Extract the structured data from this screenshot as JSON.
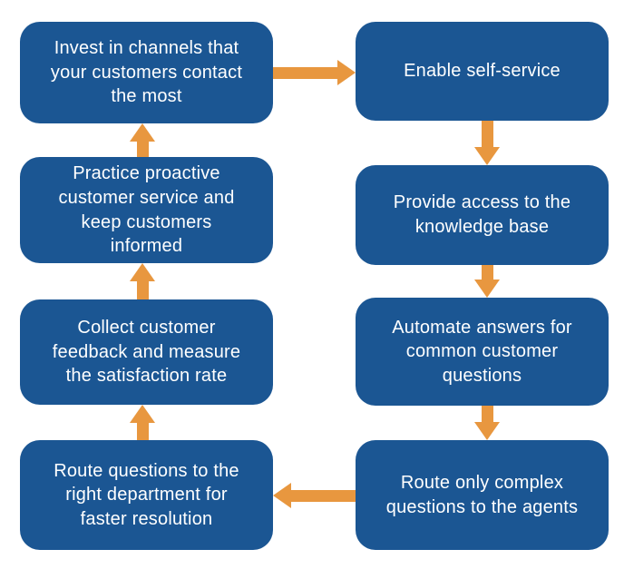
{
  "diagram": {
    "type": "flowchart",
    "colors": {
      "box": "#1B5693",
      "arrow": "#E8973F",
      "text": "#FFFFFF",
      "background": "#FFFFFF"
    },
    "steps": [
      {
        "name": "invest-channels",
        "lines": [
          "Invest in channels that",
          "your customers contact",
          "the most"
        ]
      },
      {
        "name": "practice-proactive",
        "lines": [
          "Practice proactive",
          "customer service and",
          "keep customers",
          "informed"
        ]
      },
      {
        "name": "collect-feedback",
        "lines": [
          "Collect customer",
          "feedback and measure",
          "the satisfaction rate"
        ]
      },
      {
        "name": "route-right-department",
        "lines": [
          "Route questions to the",
          "right department for",
          "faster resolution"
        ]
      },
      {
        "name": "enable-self-service",
        "lines": [
          "Enable self-service"
        ]
      },
      {
        "name": "provide-knowledge-base",
        "lines": [
          "Provide access to the",
          "knowledge base"
        ]
      },
      {
        "name": "automate-answers",
        "lines": [
          "Automate answers for",
          "common customer",
          "questions"
        ]
      },
      {
        "name": "route-complex-questions",
        "lines": [
          "Route only complex",
          "questions to the agents"
        ]
      }
    ],
    "connections": [
      {
        "from": "invest-channels",
        "to": "enable-self-service",
        "direction": "right"
      },
      {
        "from": "enable-self-service",
        "to": "provide-knowledge-base",
        "direction": "down"
      },
      {
        "from": "provide-knowledge-base",
        "to": "automate-answers",
        "direction": "down"
      },
      {
        "from": "automate-answers",
        "to": "route-complex-questions",
        "direction": "down"
      },
      {
        "from": "route-complex-questions",
        "to": "route-right-department",
        "direction": "left"
      },
      {
        "from": "route-right-department",
        "to": "collect-feedback",
        "direction": "up"
      },
      {
        "from": "collect-feedback",
        "to": "practice-proactive",
        "direction": "up"
      },
      {
        "from": "practice-proactive",
        "to": "invest-channels",
        "direction": "up"
      }
    ]
  }
}
